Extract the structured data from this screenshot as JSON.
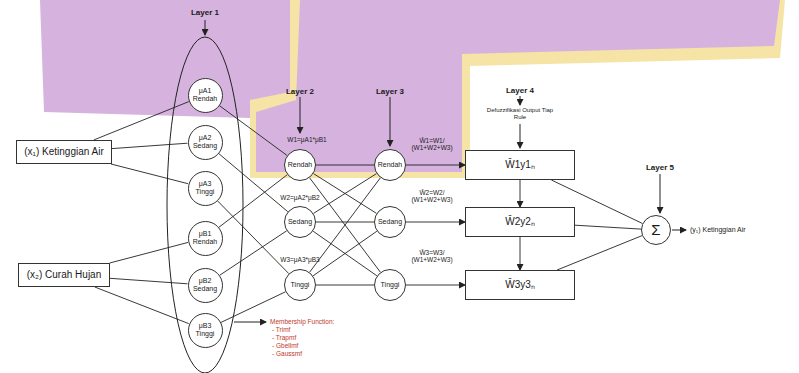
{
  "diagram": {
    "nodes": [
      {
        "text": [
          "(x₁) Ketinggian Air"
        ]
      },
      {
        "text": [
          "(x₂) Curah Hujan"
        ]
      },
      {
        "text": [
          "μA1 Rendah"
        ]
      },
      {
        "text": [
          "μA2 Sedang"
        ]
      },
      {
        "text": [
          "μA3 Tinggi"
        ]
      },
      {
        "text": [
          "μB1 Rendah"
        ]
      },
      {
        "text": [
          "μB2 Sedang"
        ]
      },
      {
        "text": [
          "μB3 Tinggi"
        ]
      },
      {
        "text": [
          "Rendah"
        ]
      },
      {
        "text": [
          "Sedang"
        ]
      },
      {
        "text": [
          "Tinggi"
        ]
      },
      {
        "text": [
          "Rendah"
        ]
      },
      {
        "text": [
          "Sedang"
        ]
      },
      {
        "text": [
          "Tinggi"
        ]
      },
      {
        "text": [
          "W̄1y1ₙ"
        ]
      },
      {
        "text": [
          "W̄2y2ₙ"
        ]
      },
      {
        "text": [
          "W̄3y3ₙ"
        ]
      },
      {
        "text": [
          "Σ"
        ]
      }
    ],
    "edges": [
      {
        "from": 0,
        "to": 2,
        "arrow": "none"
      },
      {
        "from": 0,
        "to": 3,
        "arrow": "none"
      },
      {
        "from": 0,
        "to": 4,
        "arrow": "none"
      },
      {
        "from": 1,
        "to": 5,
        "arrow": "none"
      },
      {
        "from": 1,
        "to": 6,
        "arrow": "none"
      },
      {
        "from": 1,
        "to": 7,
        "arrow": "none"
      },
      {
        "from": 2,
        "to": 8,
        "arrow": "none"
      },
      {
        "from": 5,
        "to": 8,
        "arrow": "none"
      },
      {
        "from": 3,
        "to": 9,
        "arrow": "none"
      },
      {
        "from": 6,
        "to": 9,
        "arrow": "none"
      },
      {
        "from": 4,
        "to": 10,
        "arrow": "none"
      },
      {
        "from": 7,
        "to": 10,
        "arrow": "none"
      },
      {
        "from": 8,
        "to": 11,
        "arrow": "none"
      },
      {
        "from": 8,
        "to": 12,
        "arrow": "none"
      },
      {
        "from": 8,
        "to": 13,
        "arrow": "none"
      },
      {
        "from": 9,
        "to": 11,
        "arrow": "none"
      },
      {
        "from": 9,
        "to": 12,
        "arrow": "none"
      },
      {
        "from": 9,
        "to": 13,
        "arrow": "none"
      },
      {
        "from": 10,
        "to": 11,
        "arrow": "none"
      },
      {
        "from": 10,
        "to": 12,
        "arrow": "none"
      },
      {
        "from": 10,
        "to": 13,
        "arrow": "none"
      },
      {
        "from": 11,
        "to": 14,
        "arrow": "to"
      },
      {
        "from": 12,
        "to": 15,
        "arrow": "to"
      },
      {
        "from": 13,
        "to": 16,
        "arrow": "to"
      },
      {
        "from": 14,
        "to": 15,
        "arrow": "to"
      },
      {
        "from": 15,
        "to": 16,
        "arrow": "to"
      },
      {
        "from": 14,
        "to": 17,
        "arrow": "none"
      },
      {
        "from": 15,
        "to": 17,
        "arrow": "none"
      },
      {
        "from": 16,
        "to": 17,
        "arrow": "none"
      }
    ],
    "labels": [
      "Layer 1",
      "Layer 2",
      "Layer 3",
      "Layer 4",
      "Defuzzifikasi Output Tiap Rule",
      "W1=μA1*μB1",
      "W2=μA2*μB2",
      "W3=μA3*μB3",
      "W̄1=W1/ (W1+W2+W3)",
      "W̄2=W2/ (W1+W2+W3)",
      "W̄3=W3/ (W1+W2+W3)",
      "Layer 5",
      "(y₁) Ketinggian Air",
      "Membership Function:",
      "- Trimf",
      "- Trapmf",
      "- Gbellmf",
      "- Gaussmf"
    ]
  }
}
